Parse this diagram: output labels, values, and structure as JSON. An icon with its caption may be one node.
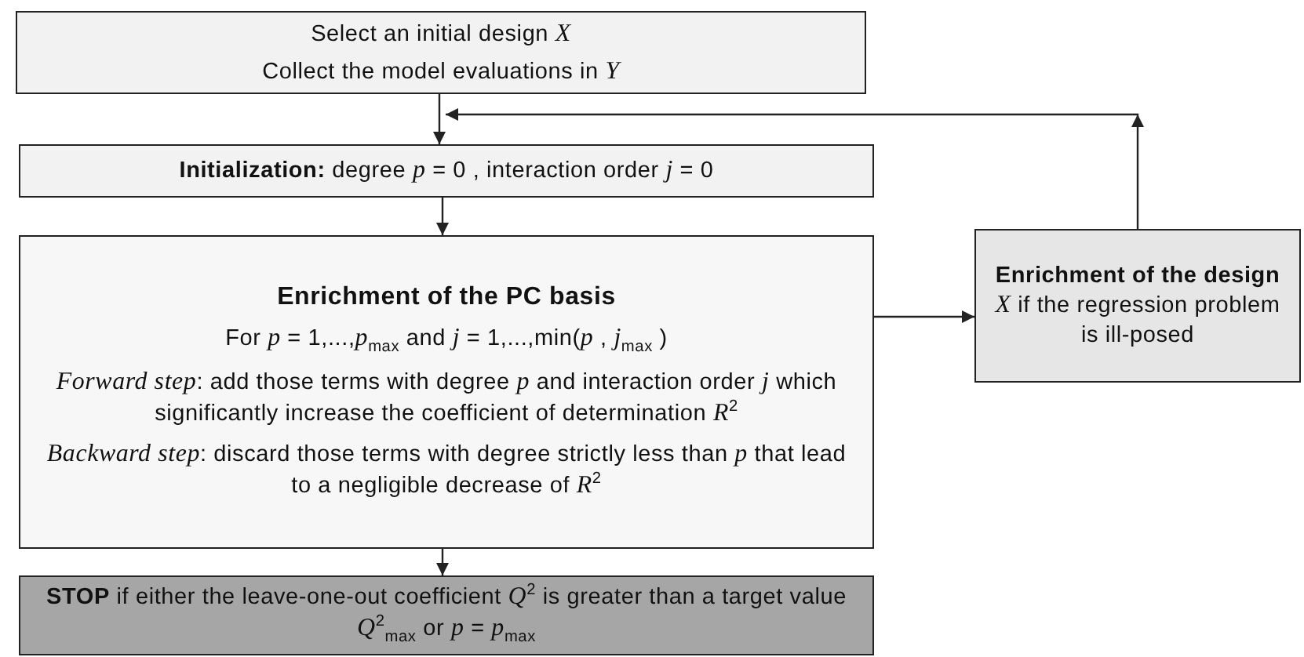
{
  "diagram": {
    "nodes": [
      {
        "text": [
          "Select an initial design *X*",
          "Collect the model evaluations in *Y*"
        ]
      },
      {
        "text": [
          "**Initialization:**  degree *p* = 0 , interaction order *j* = 0"
        ]
      },
      {
        "text": [
          "Enrichment of the PC basis",
          "For *p* = 1,...,*p*$_{max}$  and  *j* = 1,...,min(*p* , *j*$_{max}$ )",
          "*Forward step*:  add those terms with degree *p* and interaction order *j* which significantly increase the coefficient of determination *R*$^{2}$",
          "*Backward step*:  discard those terms with degree strictly less than *p* that lead to a negligible decrease of *R*$^{2}$"
        ]
      },
      {
        "text": [
          "**Enrichment of the design** *X* if the regression problem is ill-posed"
        ]
      },
      {
        "text": [
          "**STOP** if either the leave-one-out coefficient *Q*$^{2}$ is greater than a target value *Q*$^{2}$$_{max}$ or  *p* = *p*$_{max}$"
        ]
      }
    ],
    "edges": [
      {
        "from": 0,
        "to": 1,
        "arrow": "to"
      },
      {
        "from": 1,
        "to": 2,
        "arrow": "to"
      },
      {
        "from": 2,
        "to": 3,
        "arrow": "to"
      },
      {
        "from": 3,
        "to": 1,
        "arrow": "to"
      },
      {
        "from": 2,
        "to": 4,
        "arrow": "to"
      }
    ]
  }
}
